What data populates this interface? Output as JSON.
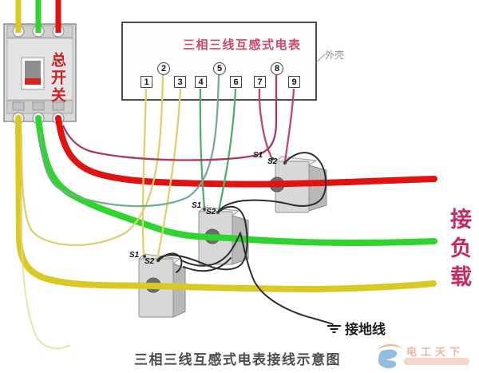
{
  "colors": {
    "phase_red": "#e01212",
    "phase_green": "#2fd42f",
    "phase_yellow": "#d9c922",
    "thin_red": "#c24868",
    "thin_green": "#4fae6e",
    "thin_yellow": "#ddd06e",
    "tap_red": "#aa3a5c",
    "secondary_black": "#2d2d2d",
    "breaker_label_red": "#cc2222",
    "meter_title_pink": "#cf4868",
    "load_label_pink": "#c62a62"
  },
  "breaker": {
    "label": "总开关"
  },
  "meter": {
    "title": "三相三线互感式电表",
    "case_label": "外壳",
    "terminals": [
      {
        "label": "1"
      },
      {
        "label": "2"
      },
      {
        "label": "3"
      },
      {
        "label": "4"
      },
      {
        "label": "5"
      },
      {
        "label": "6"
      },
      {
        "label": "7"
      },
      {
        "label": "8"
      },
      {
        "label": "9"
      }
    ]
  },
  "transformers": [
    {
      "s1": "S1",
      "s2": "S2"
    },
    {
      "s1": "S1",
      "s2": "S2"
    },
    {
      "s1": "S1",
      "s2": "S2"
    }
  ],
  "load": {
    "label": "接负载"
  },
  "ground": {
    "label": "接地线"
  },
  "caption": "三相三线互感式电表接线示意图",
  "watermark": {
    "text": "电工天下"
  }
}
